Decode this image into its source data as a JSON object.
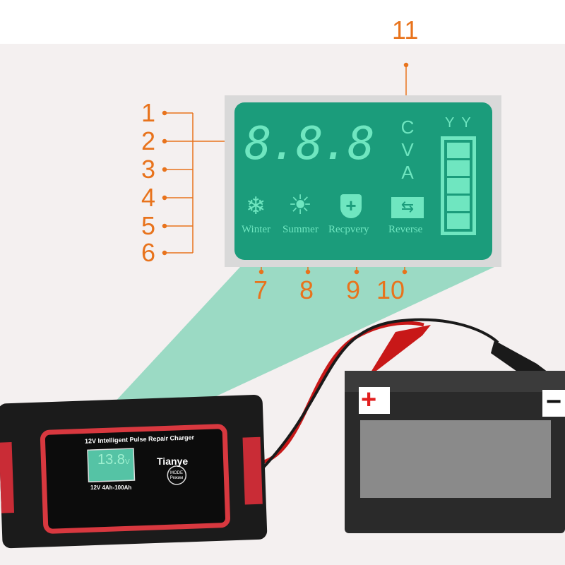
{
  "callouts": [
    "1",
    "2",
    "3",
    "4",
    "5",
    "6",
    "7",
    "8",
    "9",
    "10",
    "11"
  ],
  "lcd": {
    "digits": "8.8.8",
    "units": [
      "C",
      "V",
      "A"
    ],
    "battery_terminals": [
      "Y",
      "Y"
    ],
    "modes": [
      {
        "icon": "snowflake-icon",
        "label": "Winter"
      },
      {
        "icon": "sun-icon",
        "label": "Summer"
      },
      {
        "icon": "shield-plus-icon",
        "label": "Recpvery"
      },
      {
        "icon": "reverse-arrows-icon",
        "label": "Reverse"
      }
    ]
  },
  "charger": {
    "title": "12V Intelligent Pulse Repair Charger",
    "brand": "Tianye",
    "display_value": "13.8",
    "display_unit": "V",
    "rating": "12V 4Ah-100Ah",
    "mode_button": "MODE",
    "mode_sub": "Режим"
  },
  "battery": {
    "plus": "+",
    "minus": "−"
  },
  "colors": {
    "accent": "#e8731c",
    "lcd_bg": "#1b9c7b",
    "segment": "#6fe6c0"
  }
}
